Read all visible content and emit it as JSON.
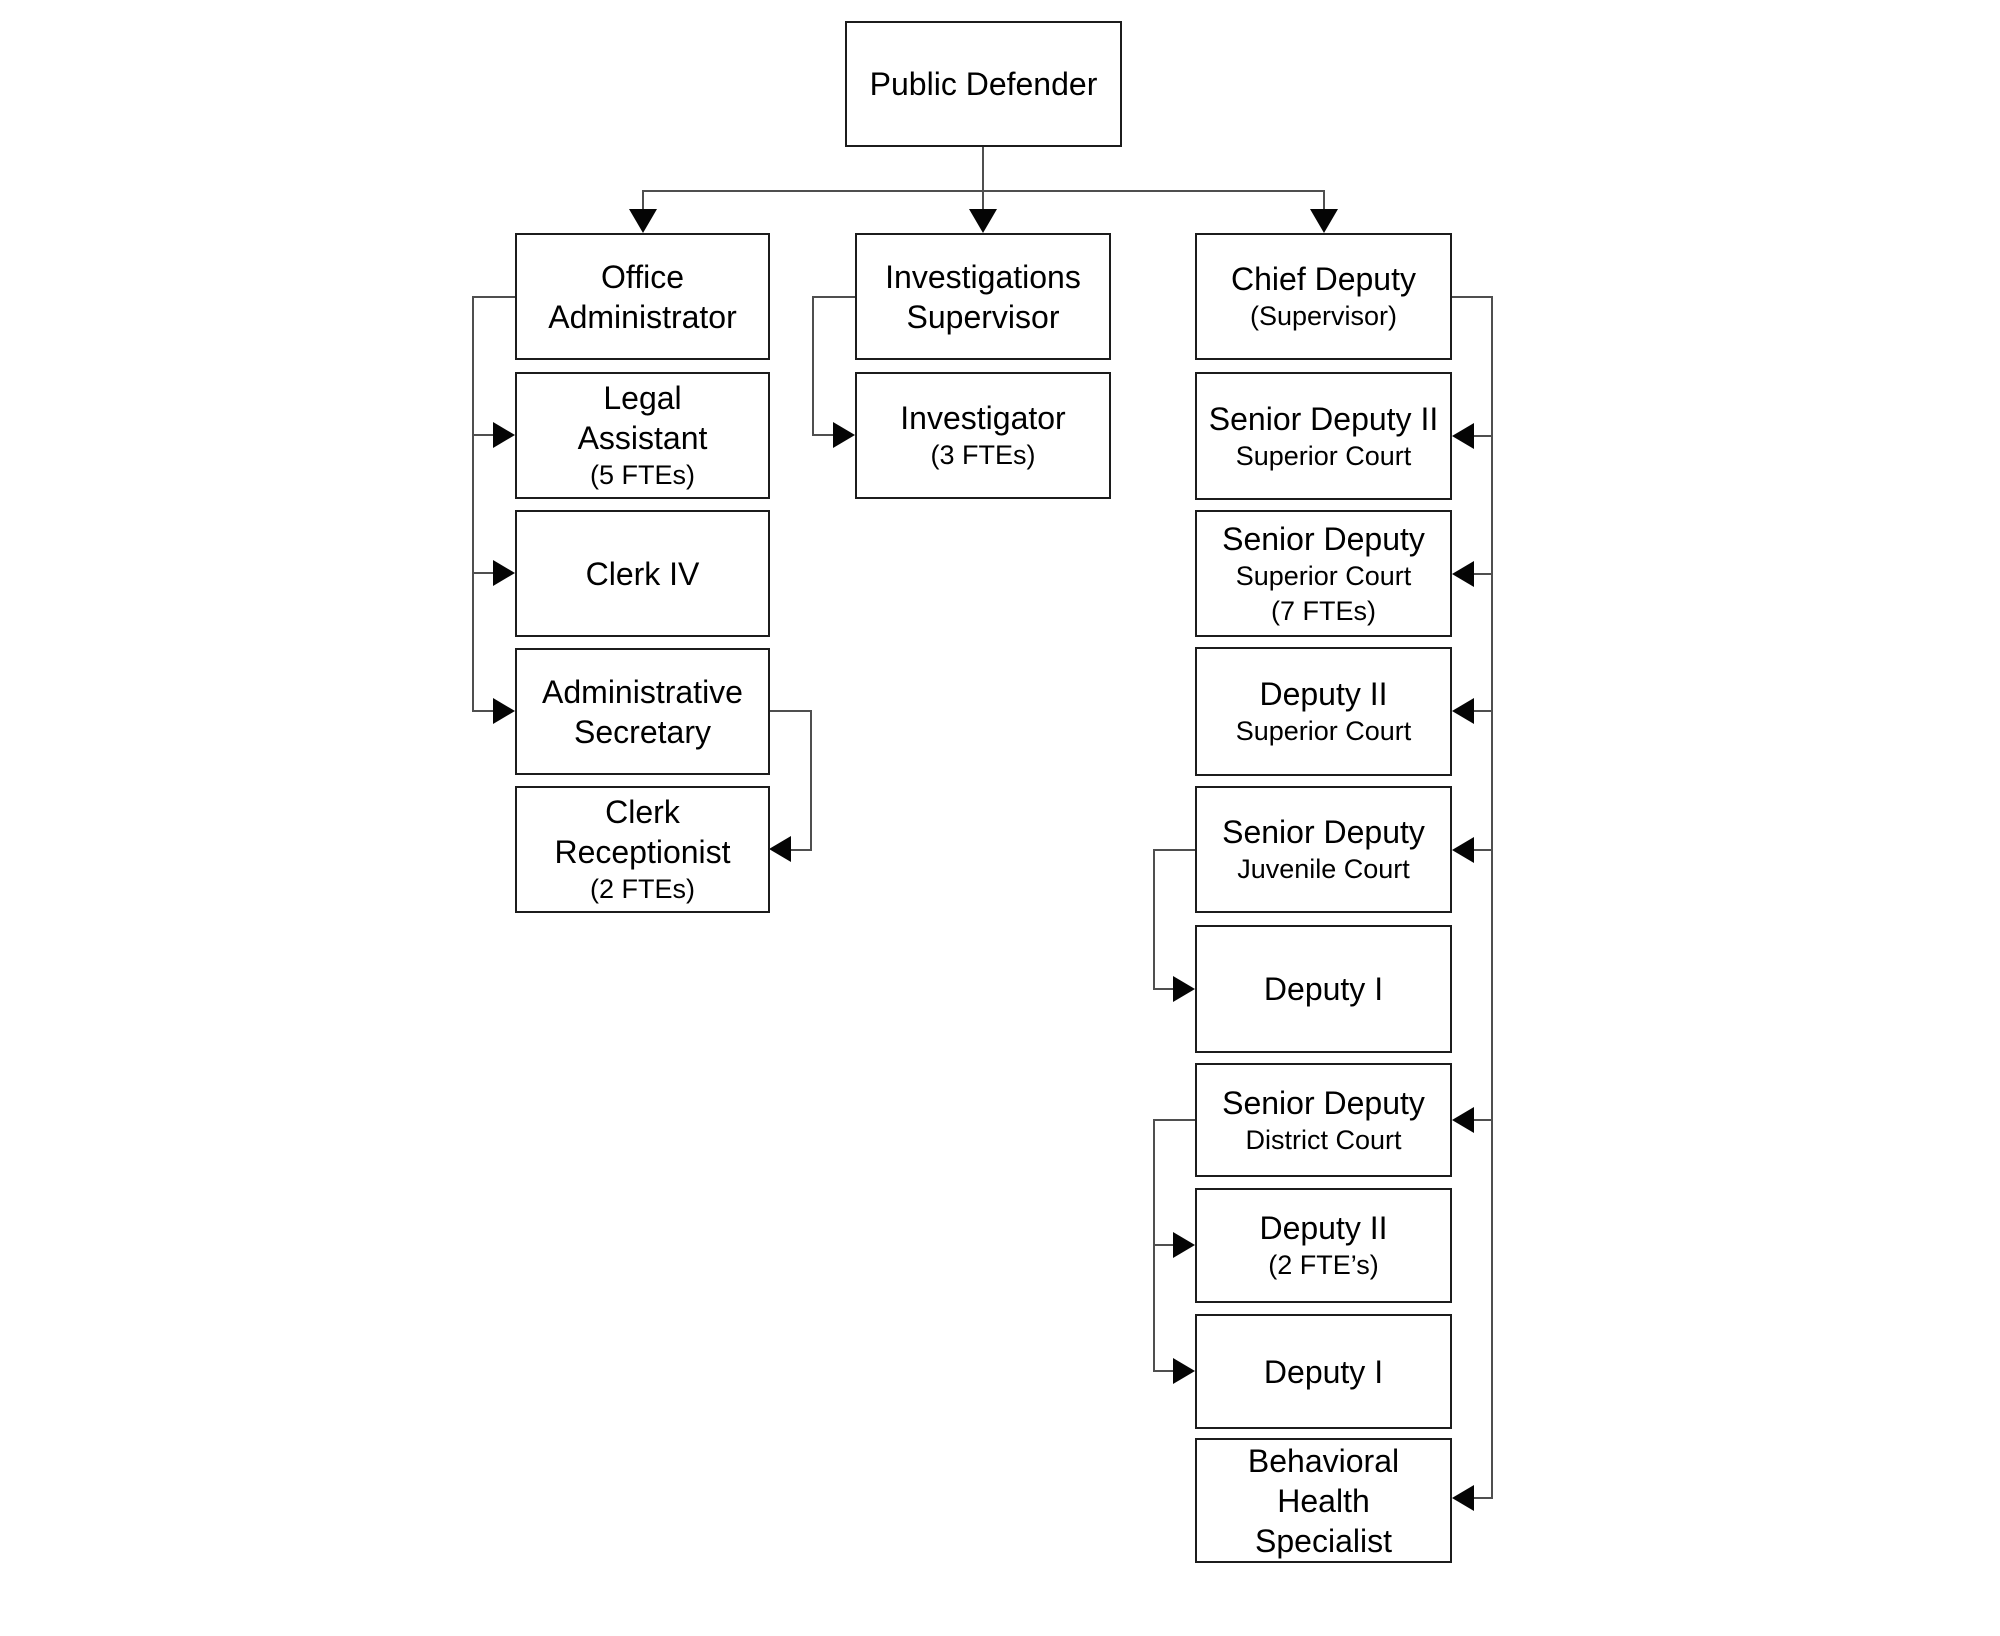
{
  "colors": {
    "background": "#ffffff",
    "box_border": "#1c1c1c",
    "connector_line": "#4f4f4f",
    "arrowhead": "#050505",
    "text": "#000000"
  },
  "nodes": {
    "public_defender": {
      "lines": [
        "Public Defender"
      ]
    },
    "office_administrator": {
      "lines": [
        "Office",
        "Administrator"
      ]
    },
    "legal_assistant": {
      "lines": [
        "Legal",
        "Assistant",
        "(5 FTEs)"
      ]
    },
    "clerk_iv": {
      "lines": [
        "Clerk IV"
      ]
    },
    "administrative_secretary": {
      "lines": [
        "Administrative",
        "Secretary"
      ]
    },
    "clerk_receptionist": {
      "lines": [
        "Clerk",
        "Receptionist",
        "(2 FTEs)"
      ]
    },
    "investigations_supervisor": {
      "lines": [
        "Investigations",
        "Supervisor"
      ]
    },
    "investigator": {
      "lines": [
        "Investigator",
        "(3 FTEs)"
      ]
    },
    "chief_deputy": {
      "lines": [
        "Chief Deputy",
        "(Supervisor)"
      ]
    },
    "senior_deputy_ii_superior": {
      "lines": [
        "Senior Deputy II",
        "Superior Court"
      ]
    },
    "senior_deputy_superior": {
      "lines": [
        "Senior Deputy",
        "Superior Court",
        "(7 FTEs)"
      ]
    },
    "deputy_ii_superior": {
      "lines": [
        "Deputy II",
        "Superior Court"
      ]
    },
    "senior_deputy_juvenile": {
      "lines": [
        "Senior Deputy",
        "Juvenile Court"
      ]
    },
    "deputy_i_juvenile": {
      "lines": [
        "Deputy I"
      ]
    },
    "senior_deputy_district": {
      "lines": [
        "Senior Deputy",
        "District Court"
      ]
    },
    "deputy_ii_district": {
      "lines": [
        "Deputy II",
        "(2 FTE’s)"
      ]
    },
    "deputy_i_district": {
      "lines": [
        "Deputy I"
      ]
    },
    "behavioral_health_specialist": {
      "lines": [
        "Behavioral",
        "Health",
        "Specialist"
      ]
    }
  },
  "edges": [
    {
      "from": "public_defender",
      "to": "office_administrator"
    },
    {
      "from": "public_defender",
      "to": "investigations_supervisor"
    },
    {
      "from": "public_defender",
      "to": "chief_deputy"
    },
    {
      "from": "office_administrator",
      "to": "legal_assistant"
    },
    {
      "from": "office_administrator",
      "to": "clerk_iv"
    },
    {
      "from": "office_administrator",
      "to": "administrative_secretary"
    },
    {
      "from": "administrative_secretary",
      "to": "clerk_receptionist"
    },
    {
      "from": "investigations_supervisor",
      "to": "investigator"
    },
    {
      "from": "chief_deputy",
      "to": "senior_deputy_ii_superior"
    },
    {
      "from": "chief_deputy",
      "to": "senior_deputy_superior"
    },
    {
      "from": "chief_deputy",
      "to": "deputy_ii_superior"
    },
    {
      "from": "chief_deputy",
      "to": "senior_deputy_juvenile"
    },
    {
      "from": "chief_deputy",
      "to": "senior_deputy_district"
    },
    {
      "from": "chief_deputy",
      "to": "behavioral_health_specialist"
    },
    {
      "from": "senior_deputy_juvenile",
      "to": "deputy_i_juvenile"
    },
    {
      "from": "senior_deputy_district",
      "to": "deputy_ii_district"
    },
    {
      "from": "senior_deputy_district",
      "to": "deputy_i_district"
    }
  ]
}
